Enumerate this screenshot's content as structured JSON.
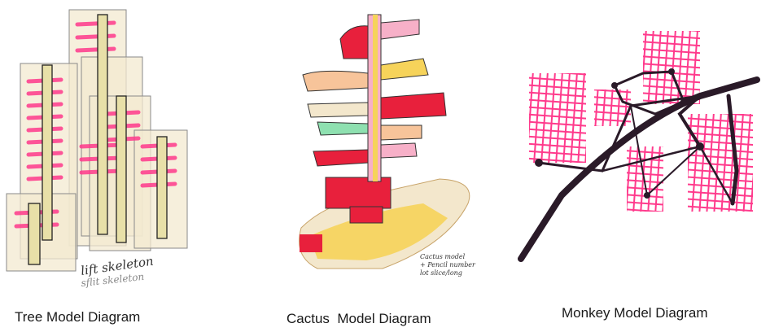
{
  "figures": [
    {
      "caption": "Tree Model Diagram",
      "sketch_note": "lift skeleton",
      "sketch_note2": "sflit skeleton"
    },
    {
      "caption": "Cactus  Model Diagram",
      "sketch_note": "Cactus model",
      "sketch_note2": "+ Pencil number",
      "sketch_note3": "lot slice/long"
    },
    {
      "caption": "Monkey Model Diagram"
    }
  ],
  "colors": {
    "magenta": "#ff3a8c",
    "red": "#e8203c",
    "yellow": "#f6d35a",
    "beige": "#efe2b8",
    "ink": "#2a1a28"
  }
}
